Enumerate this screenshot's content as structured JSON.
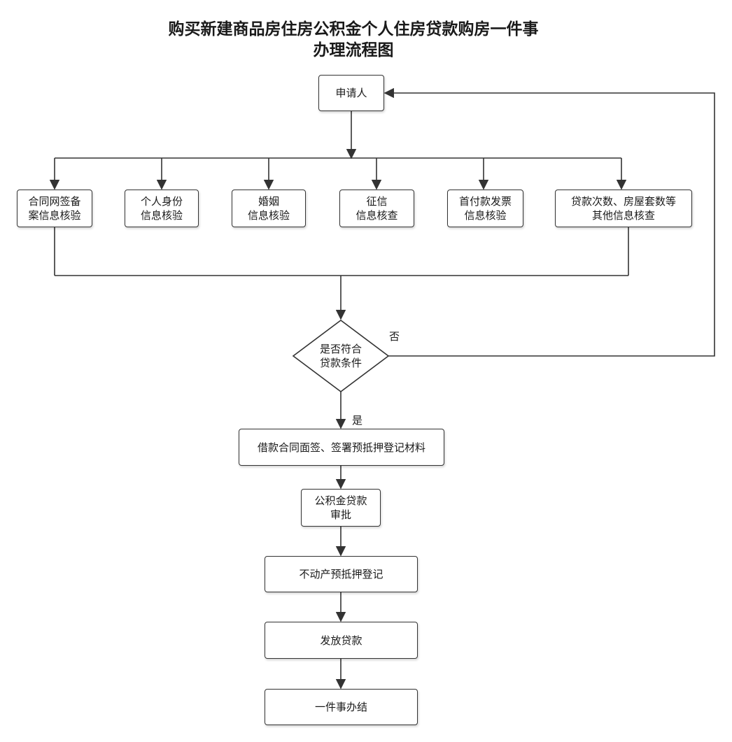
{
  "title": {
    "line1": "购买新建商品房住房公积金个人住房贷款购房一件事",
    "line2": "办理流程图"
  },
  "nodes": {
    "applicant": "申请人",
    "checks": [
      "合同网签备\n案信息核验",
      "个人身份\n信息核验",
      "婚姻\n信息核验",
      "征信\n信息核查",
      "首付款发票\n信息核验",
      "贷款次数、房屋套数等\n其他信息核查"
    ],
    "decision": "是否符合\n贷款条件",
    "sign_contract": "借款合同面签、签署预抵押登记材料",
    "approval": "公积金贷款\n审批",
    "pre_mortgage": "不动产预抵押登记",
    "disburse": "发放贷款",
    "done": "一件事办结"
  },
  "edge_labels": {
    "no": "否",
    "yes": "是"
  },
  "colors": {
    "line": "#333333",
    "box_border": "#333333",
    "background": "#ffffff"
  }
}
